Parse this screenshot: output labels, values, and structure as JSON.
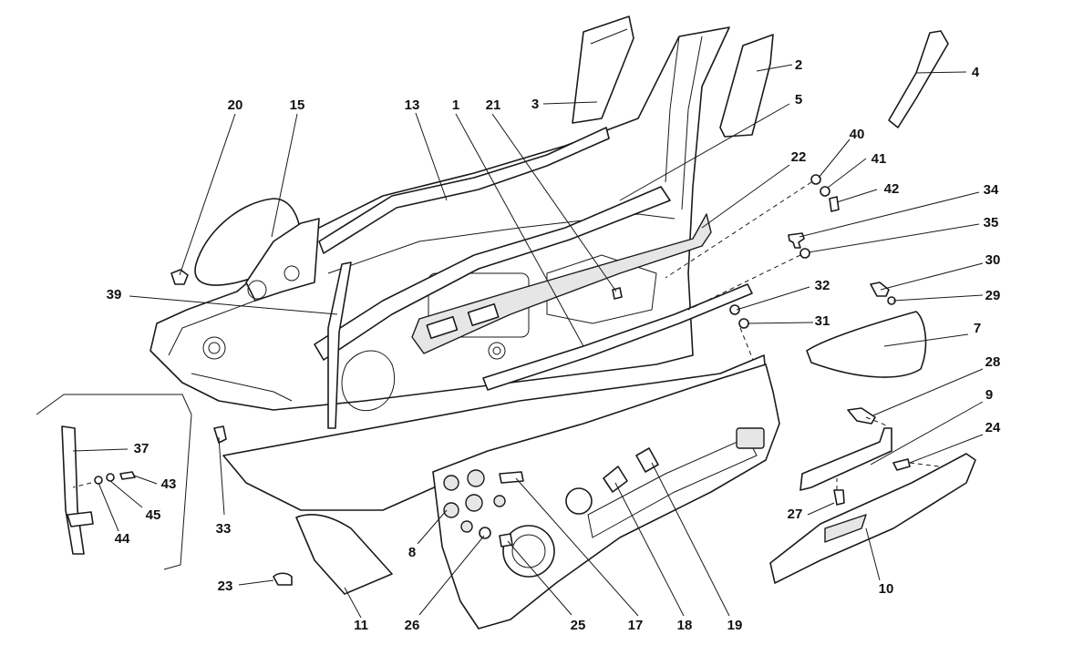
{
  "diagram": {
    "callouts": [
      {
        "id": "c1",
        "label": "1"
      },
      {
        "id": "c2",
        "label": "2"
      },
      {
        "id": "c3",
        "label": "3"
      },
      {
        "id": "c4",
        "label": "4"
      },
      {
        "id": "c5",
        "label": "5"
      },
      {
        "id": "c7",
        "label": "7"
      },
      {
        "id": "c8",
        "label": "8"
      },
      {
        "id": "c9",
        "label": "9"
      },
      {
        "id": "c10",
        "label": "10"
      },
      {
        "id": "c11",
        "label": "11"
      },
      {
        "id": "c13",
        "label": "13"
      },
      {
        "id": "c15",
        "label": "15"
      },
      {
        "id": "c17",
        "label": "17"
      },
      {
        "id": "c18",
        "label": "18"
      },
      {
        "id": "c19",
        "label": "19"
      },
      {
        "id": "c20",
        "label": "20"
      },
      {
        "id": "c21",
        "label": "21"
      },
      {
        "id": "c22",
        "label": "22"
      },
      {
        "id": "c23",
        "label": "23"
      },
      {
        "id": "c24",
        "label": "24"
      },
      {
        "id": "c25",
        "label": "25"
      },
      {
        "id": "c26",
        "label": "26"
      },
      {
        "id": "c27",
        "label": "27"
      },
      {
        "id": "c28",
        "label": "28"
      },
      {
        "id": "c29",
        "label": "29"
      },
      {
        "id": "c30",
        "label": "30"
      },
      {
        "id": "c31",
        "label": "31"
      },
      {
        "id": "c32",
        "label": "32"
      },
      {
        "id": "c33",
        "label": "33"
      },
      {
        "id": "c34",
        "label": "34"
      },
      {
        "id": "c35",
        "label": "35"
      },
      {
        "id": "c37",
        "label": "37"
      },
      {
        "id": "c39",
        "label": "39"
      },
      {
        "id": "c40",
        "label": "40"
      },
      {
        "id": "c41",
        "label": "41"
      },
      {
        "id": "c42",
        "label": "42"
      },
      {
        "id": "c43",
        "label": "43"
      },
      {
        "id": "c44",
        "label": "44"
      },
      {
        "id": "c45",
        "label": "45"
      }
    ]
  }
}
